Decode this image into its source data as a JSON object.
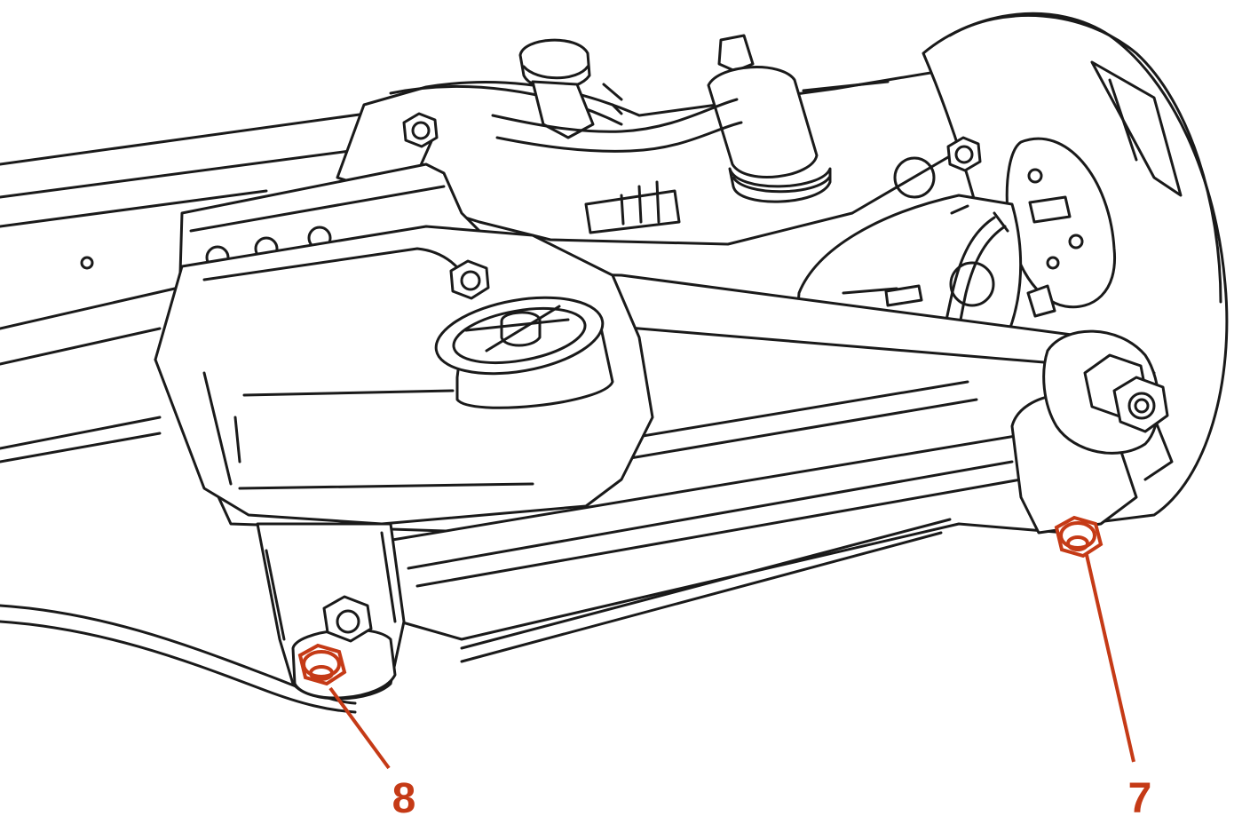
{
  "accent_color": "#c53a16",
  "line_color": "#1a1a1a",
  "callouts": [
    {
      "id": "callout-8",
      "label": "8"
    },
    {
      "id": "callout-7",
      "label": "7"
    }
  ]
}
